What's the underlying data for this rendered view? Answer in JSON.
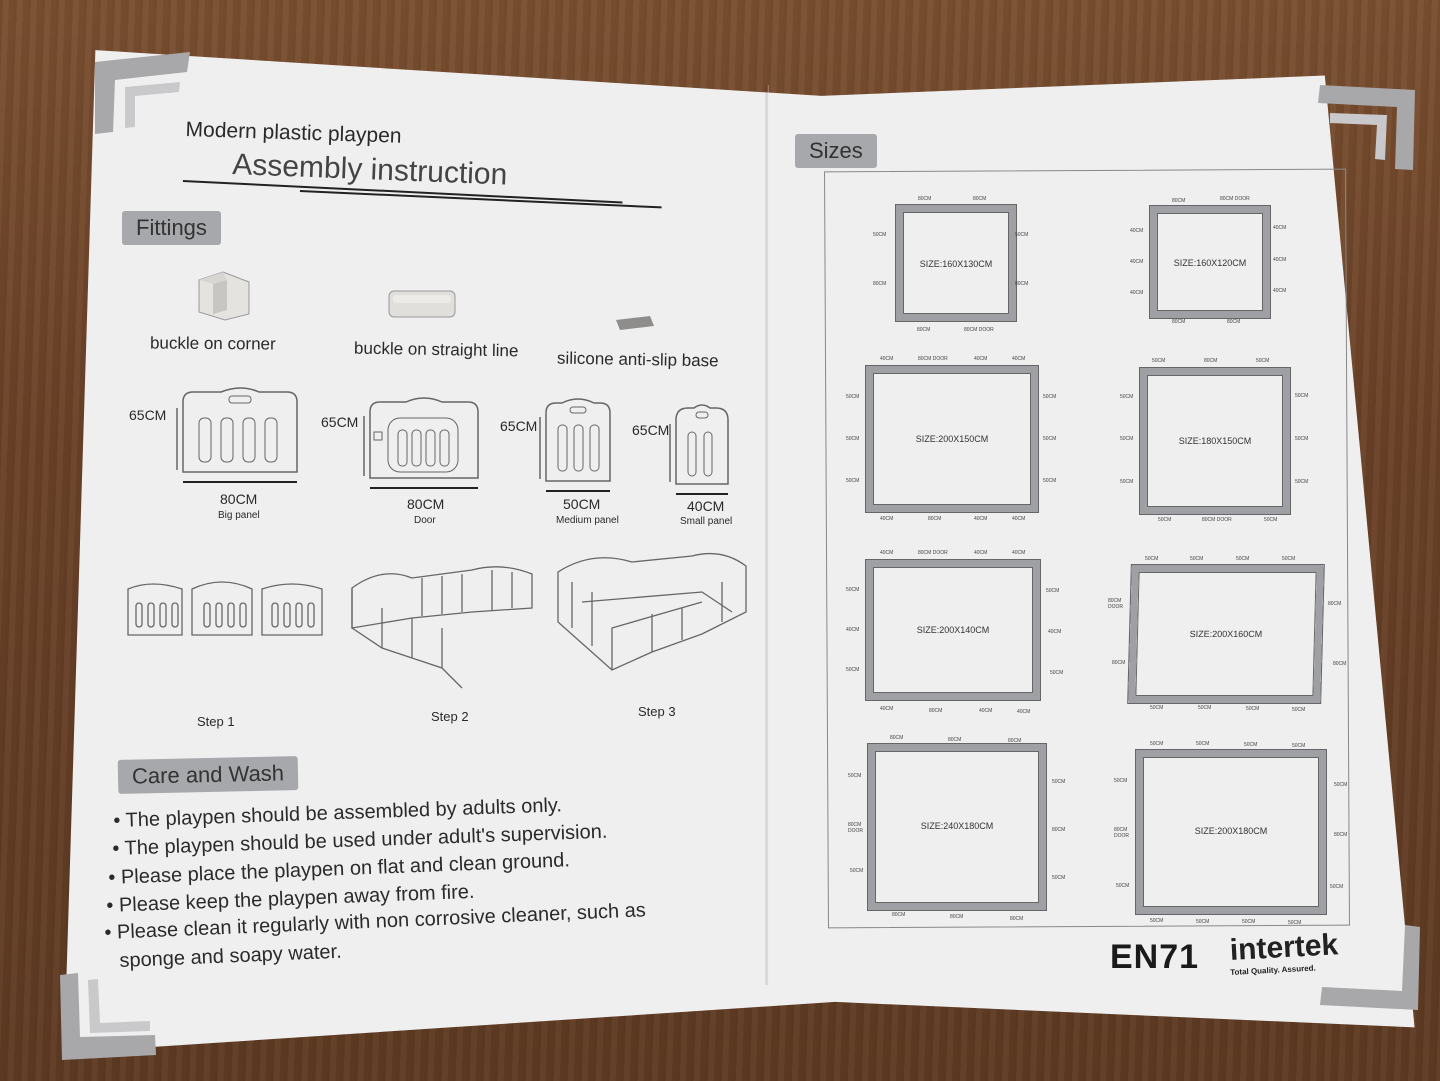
{
  "left_page": {
    "subtitle": "Modern plastic playpen",
    "title": "Assembly instruction",
    "fittings_header": "Fittings",
    "fittings": [
      {
        "label": "buckle on corner"
      },
      {
        "label": "buckle on straight line"
      },
      {
        "label": "silicone anti-slip base"
      }
    ],
    "panels": [
      {
        "height": "65CM",
        "width": "80CM",
        "name": "Big panel"
      },
      {
        "height": "65CM",
        "width": "80CM",
        "name": "Door"
      },
      {
        "height": "65CM",
        "width": "50CM",
        "name": "Medium panel"
      },
      {
        "height": "65CM",
        "width": "40CM",
        "name": "Small panel"
      }
    ],
    "steps": [
      "Step 1",
      "Step 2",
      "Step 3"
    ],
    "care_header": "Care and Wash",
    "care_items": [
      "The playpen should be assembled by adults only.",
      "The playpen should be used under adult's supervision.",
      "Please place the playpen on flat and clean ground.",
      "Please keep the playpen away from fire.",
      "Please clean it regularly with non corrosive cleaner, such as",
      "sponge and soapy water."
    ]
  },
  "right_page": {
    "sizes_header": "Sizes",
    "sizes": [
      {
        "label": "SIZE:160X130CM",
        "top": [
          "80CM",
          "80CM"
        ],
        "bottom": [
          "80CM",
          "80CM DOOR"
        ],
        "left": [
          "50CM",
          "80CM"
        ],
        "right": [
          "50CM",
          "80CM"
        ]
      },
      {
        "label": "SIZE:160X120CM",
        "top": [
          "80CM",
          "80CM DOOR"
        ],
        "bottom": [
          "80CM",
          "80CM"
        ],
        "left": [
          "40CM",
          "40CM",
          "40CM"
        ],
        "right": [
          "40CM",
          "40CM",
          "40CM"
        ]
      },
      {
        "label": "SIZE:200X150CM",
        "top": [
          "40CM",
          "80CM DOOR",
          "40CM",
          "40CM"
        ],
        "bottom": [
          "40CM",
          "80CM",
          "40CM",
          "40CM"
        ],
        "left": [
          "50CM",
          "50CM",
          "50CM"
        ],
        "right": [
          "50CM",
          "50CM",
          "50CM"
        ]
      },
      {
        "label": "SIZE:180X150CM",
        "top": [
          "50CM",
          "80CM",
          "50CM"
        ],
        "bottom": [
          "50CM",
          "80CM DOOR",
          "50CM"
        ],
        "left": [
          "50CM",
          "50CM",
          "50CM"
        ],
        "right": [
          "50CM",
          "50CM",
          "50CM"
        ]
      },
      {
        "label": "SIZE:200X140CM",
        "top": [
          "40CM",
          "80CM DOOR",
          "40CM",
          "40CM"
        ],
        "bottom": [
          "40CM",
          "80CM",
          "40CM",
          "40CM"
        ],
        "left": [
          "50CM",
          "40CM",
          "50CM"
        ],
        "right": [
          "50CM",
          "40CM",
          "50CM"
        ]
      },
      {
        "label": "SIZE:200X160CM",
        "top": [
          "50CM",
          "50CM",
          "50CM",
          "50CM"
        ],
        "bottom": [
          "50CM",
          "50CM",
          "50CM",
          "50CM"
        ],
        "left": [
          "80CM DOOR",
          "80CM"
        ],
        "right": [
          "80CM",
          "80CM"
        ]
      },
      {
        "label": "SIZE:240X180CM",
        "top": [
          "80CM",
          "80CM",
          "80CM"
        ],
        "bottom": [
          "80CM",
          "80CM",
          "80CM"
        ],
        "left": [
          "50CM",
          "80CM DOOR",
          "50CM"
        ],
        "right": [
          "50CM",
          "80CM",
          "50CM"
        ]
      },
      {
        "label": "SIZE:200X180CM",
        "top": [
          "50CM",
          "50CM",
          "50CM",
          "50CM"
        ],
        "bottom": [
          "50CM",
          "50CM",
          "50CM",
          "50CM"
        ],
        "left": [
          "50CM",
          "80CM DOOR",
          "50CM"
        ],
        "right": [
          "50CM",
          "80CM",
          "50CM"
        ]
      }
    ],
    "cert_mark": "EN71",
    "brand": "intertek",
    "brand_tagline": "Total Quality. Assured."
  }
}
